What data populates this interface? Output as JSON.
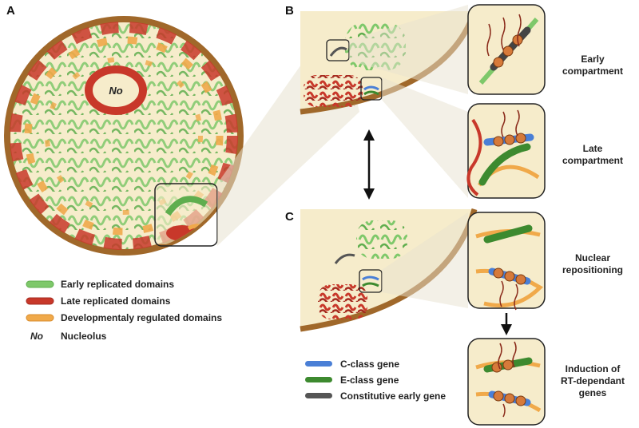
{
  "panels": {
    "a": "A",
    "b": "B",
    "c": "C"
  },
  "nucleus": {
    "nucleolus_label": "No"
  },
  "callouts": {
    "early": [
      "Early",
      "compartment"
    ],
    "late": [
      "Late",
      "compartment"
    ],
    "repositioning": [
      "Nuclear",
      "repositioning"
    ],
    "induction": [
      "Induction of",
      "RT-dependant",
      "genes"
    ]
  },
  "legend_a": [
    {
      "label": "Early replicated domains",
      "color": "#7ec86a"
    },
    {
      "label": "Late replicated domains",
      "color": "#c8382a"
    },
    {
      "label": "Developmentaly regulated domains",
      "color": "#f0a94a"
    }
  ],
  "legend_a_nucleolus": {
    "symbol": "No",
    "label": "Nucleolus"
  },
  "legend_c": [
    {
      "label": "C-class gene",
      "color": "#4a7fd6"
    },
    {
      "label": "E-class gene",
      "color": "#3d8a2f"
    },
    {
      "label": "Constitutive early gene",
      "color": "#555555"
    }
  ],
  "colors": {
    "envelope": "#a0682a",
    "nucleoplasm": "#f6eccb",
    "early": "#7ec86a",
    "late": "#c8382a",
    "developmental": "#f0a94a"
  }
}
